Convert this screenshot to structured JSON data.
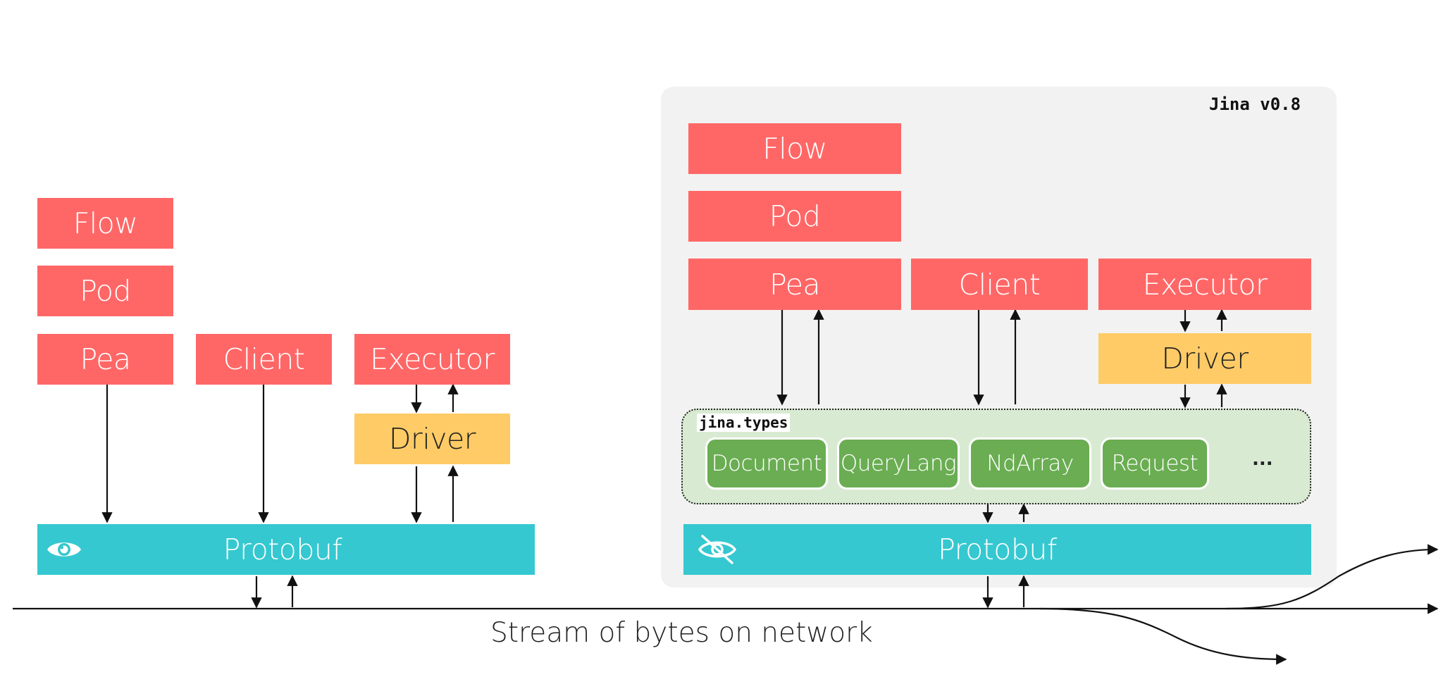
{
  "left_stack": {
    "flow": "Flow",
    "pod": "Pod",
    "pea": "Pea",
    "client": "Client",
    "executor": "Executor",
    "driver": "Driver",
    "protobuf": "Protobuf",
    "protobuf_icon": "eye-icon"
  },
  "right_stack": {
    "version_label": "Jina v0.8",
    "flow": "Flow",
    "pod": "Pod",
    "pea": "Pea",
    "client": "Client",
    "executor": "Executor",
    "driver": "Driver",
    "types_label": "jina.types",
    "types": [
      "Document",
      "QueryLang",
      "NdArray",
      "Request"
    ],
    "types_more": "...",
    "protobuf": "Protobuf",
    "protobuf_icon": "eye-off-icon"
  },
  "network": {
    "caption": "Stream of bytes on network"
  },
  "colors": {
    "red": "#ff6767",
    "yellow": "#ffcb66",
    "cyan": "#35c8d0",
    "green": "#6aad52",
    "light_green": "#d9ead3",
    "panel_gray": "#f2f2f2"
  }
}
